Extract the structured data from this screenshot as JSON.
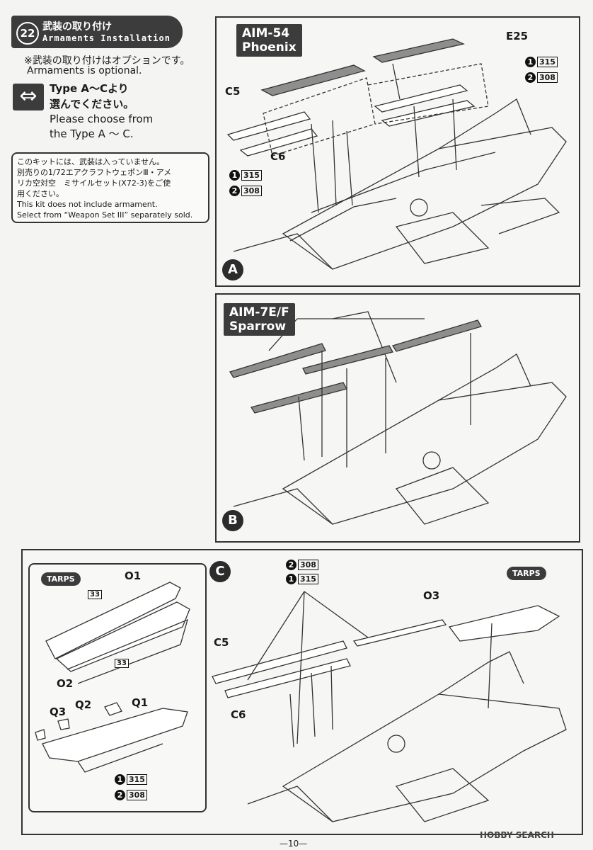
{
  "step": {
    "number": "22",
    "title_jp": "武装の取り付け",
    "title_en": "Armaments Installation"
  },
  "notes": {
    "optional_jp": "※武装の取り付けはオプションです。",
    "optional_en": "Armaments is optional.",
    "choose_jp_1": "Type A～Cより",
    "choose_jp_2": "選んでください。",
    "choose_en_1": "Please choose from",
    "choose_en_2": "the Type A ～ C.",
    "kit_jp_1": "このキットには、武装は入っていません。",
    "kit_jp_2": "別売りの1/72エアクラフトウェポンⅢ・アメ",
    "kit_jp_3": "リカ空対空　ミサイルセット(X72-3)をご使",
    "kit_jp_4": "用ください。",
    "kit_en_1": "This kit does not include armament.",
    "kit_en_2": "Select from “Weapon Set III” separately sold."
  },
  "panels": {
    "a": {
      "variant": "A",
      "weapon_line1": "AIM-54",
      "weapon_line2": "Phoenix",
      "parts": {
        "c5": "C5",
        "c6": "C6",
        "e25": "E25"
      },
      "paint_1": {
        "num": "1",
        "code": "315"
      },
      "paint_2": {
        "num": "2",
        "code": "308"
      },
      "paint_left_1": {
        "num": "1",
        "code": "315"
      },
      "paint_left_2": {
        "num": "2",
        "code": "308"
      }
    },
    "b": {
      "variant": "B",
      "weapon_line1": "AIM-7E/F",
      "weapon_line2": "Sparrow"
    },
    "c": {
      "variant": "C",
      "tarps_label": "TARPS",
      "tarps_label_main": "TARPS",
      "parts": {
        "o1": "O1",
        "o2": "O2",
        "o3": "O3",
        "q1": "Q1",
        "q2": "Q2",
        "q3": "Q3",
        "c5": "C5",
        "c6": "C6"
      },
      "decal_33_a": "33",
      "decal_33_b": "33",
      "paint_top_2": {
        "num": "2",
        "code": "308"
      },
      "paint_top_1": {
        "num": "1",
        "code": "315"
      },
      "paint_bottom_1": {
        "num": "1",
        "code": "315"
      },
      "paint_bottom_2": {
        "num": "2",
        "code": "308"
      }
    }
  },
  "footer": {
    "page": "—10—",
    "watermark": "HOBBY SEARCH"
  },
  "icons": {
    "choice": "double-arrow-icon"
  }
}
